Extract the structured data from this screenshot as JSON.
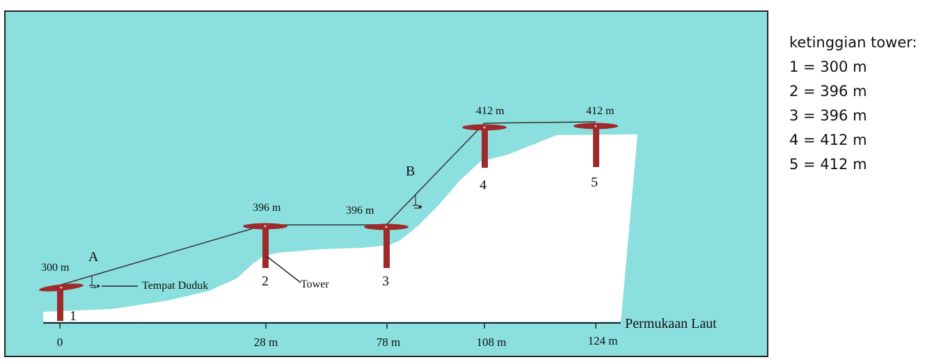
{
  "diagram": {
    "sea_level_label": "Permukaan Laut",
    "seat_label": "Tempat Duduk",
    "tower_label": "Tower",
    "point_a": "A",
    "point_b": "B",
    "towers": [
      {
        "number": "1",
        "height_label": "300 m",
        "distance_label": "0"
      },
      {
        "number": "2",
        "height_label": "396 m",
        "distance_label": "28 m"
      },
      {
        "number": "3",
        "height_label": "396 m",
        "distance_label": "78 m"
      },
      {
        "number": "4",
        "height_label": "412 m",
        "distance_label": "108 m"
      },
      {
        "number": "5",
        "height_label": "412 m",
        "distance_label": "124 m"
      }
    ]
  },
  "legend": {
    "title": "ketinggian tower:",
    "items": [
      "1 = 300 m",
      "2 = 396 m",
      "3 = 396 m",
      "4 = 412 m",
      "5 = 412 m"
    ]
  },
  "colors": {
    "sky": "#8cdfdf",
    "tower": "#9e2a2b",
    "ground": "#ffffff",
    "frame": "#222222"
  }
}
